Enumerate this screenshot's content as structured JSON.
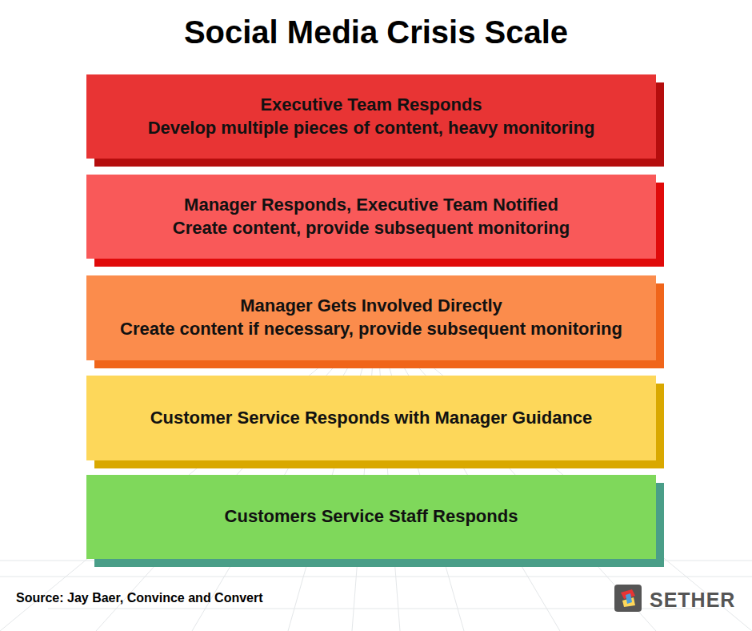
{
  "diagram": {
    "title": "Social Media Crisis Scale",
    "nodes": [
      {
        "text": [
          "Executive Team Responds",
          "Develop multiple pieces of content, heavy monitoring"
        ]
      },
      {
        "text": [
          "Manager Responds, Executive Team Notified",
          "Create content, provide subsequent monitoring"
        ]
      },
      {
        "text": [
          "Manager Gets Involved Directly",
          "Create content if necessary, provide subsequent monitoring"
        ]
      },
      {
        "text": [
          "Customer Service Responds with Manager Guidance"
        ]
      },
      {
        "text": [
          "Customers Service Staff Responds"
        ]
      }
    ],
    "labels": [
      "Source: Jay Baer, Convince and Convert",
      "SETHER"
    ]
  }
}
